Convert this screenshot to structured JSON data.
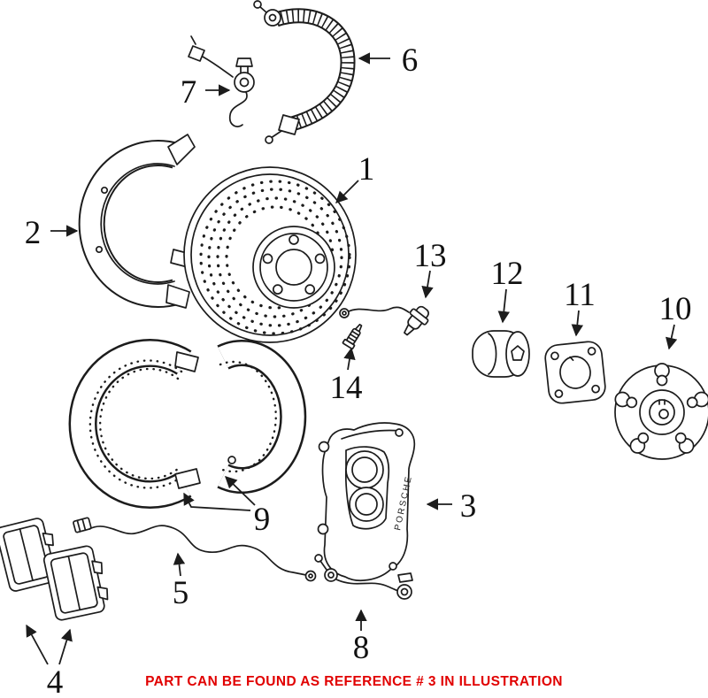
{
  "colors": {
    "ink": "#1c1c1c",
    "note": "#e10000",
    "background": "#ffffff"
  },
  "note": {
    "text": "PART CAN BE FOUND AS REFERENCE # 3 IN ILLUSTRATION"
  },
  "caliper": {
    "brand": "PORSCHE"
  },
  "callouts": [
    {
      "num": "1"
    },
    {
      "num": "2"
    },
    {
      "num": "3"
    },
    {
      "num": "4"
    },
    {
      "num": "5"
    },
    {
      "num": "6"
    },
    {
      "num": "7"
    },
    {
      "num": "8"
    },
    {
      "num": "9"
    },
    {
      "num": "10"
    },
    {
      "num": "11"
    },
    {
      "num": "12"
    },
    {
      "num": "13"
    },
    {
      "num": "14"
    }
  ]
}
